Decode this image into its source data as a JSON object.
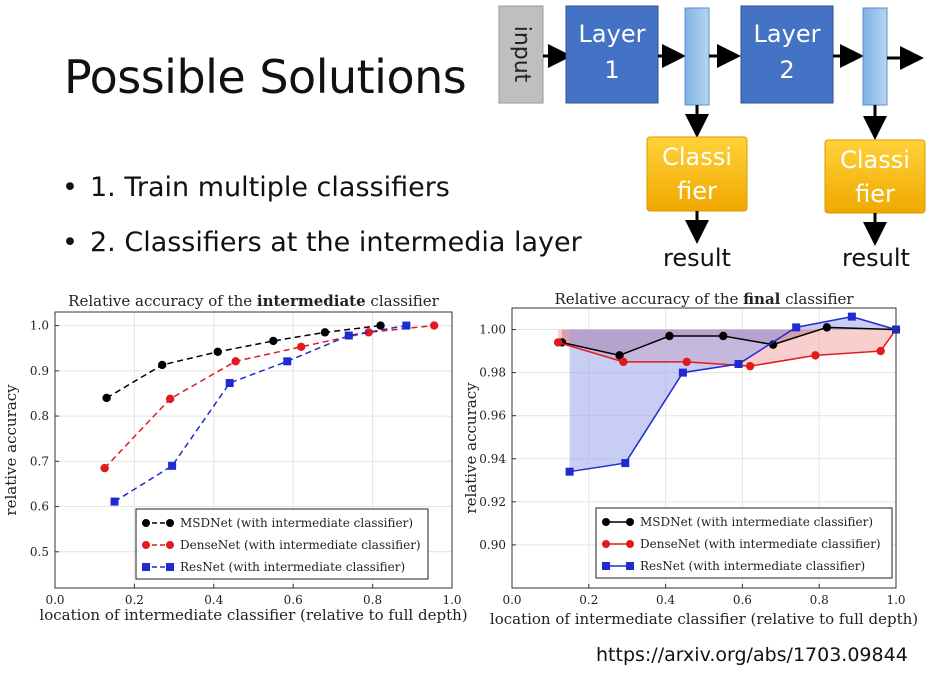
{
  "slide": {
    "title": "Possible Solutions",
    "bullets": [
      "1. Train multiple classifiers",
      "2. Classifiers at the intermedia layer"
    ],
    "source_url": "https://arxiv.org/abs/1703.09844"
  },
  "diagram": {
    "input_label": "input",
    "layer1_line1": "Layer",
    "layer1_line2": "1",
    "layer2_line1": "Layer",
    "layer2_line2": "2",
    "classifier_line1": "Classi",
    "classifier_line2": "fier",
    "result_label": "result",
    "colors": {
      "layer": "#4472c4",
      "classifier": "#f5b800",
      "input": "#bfbfbf",
      "feature": "#9dc3e6"
    }
  },
  "chart_data": [
    {
      "type": "line",
      "title": "Relative accuracy of the intermediate classifier",
      "title_prefix": "Relative accuracy of the ",
      "title_bold": "intermediate",
      "title_suffix": " classifier",
      "xlabel": "location of intermediate classifier (relative to full depth)",
      "ylabel": "relative accuracy",
      "xlim": [
        0.0,
        1.0
      ],
      "ylim": [
        0.42,
        1.03
      ],
      "xticks": [
        0.0,
        0.2,
        0.4,
        0.6,
        0.8,
        1.0
      ],
      "xtick_labels": [
        "0.0",
        "0.2",
        "0.4",
        "0.6",
        "0.8",
        "1.0"
      ],
      "yticks": [
        0.5,
        0.6,
        0.7,
        0.8,
        0.9,
        1.0
      ],
      "ytick_labels": [
        "0.5",
        "0.6",
        "0.7",
        "0.8",
        "0.9",
        "1.0"
      ],
      "grid": true,
      "legend": "bottom-right",
      "series": [
        {
          "name": "MSDNet (with intermediate classifier)",
          "color": "#000000",
          "marker": "circle",
          "x": [
            0.13,
            0.27,
            0.41,
            0.55,
            0.68,
            0.82
          ],
          "y": [
            0.84,
            0.913,
            0.942,
            0.966,
            0.985,
            1.0
          ]
        },
        {
          "name": "DenseNet (with intermediate classifier)",
          "color": "#e31a1c",
          "marker": "circle",
          "x": [
            0.125,
            0.29,
            0.455,
            0.62,
            0.79,
            0.955
          ],
          "y": [
            0.685,
            0.838,
            0.921,
            0.953,
            0.985,
            1.0
          ]
        },
        {
          "name": "ResNet (with intermediate classifier)",
          "color": "#1f2bd0",
          "marker": "square",
          "x": [
            0.15,
            0.295,
            0.44,
            0.585,
            0.74,
            0.885
          ],
          "y": [
            0.611,
            0.69,
            0.873,
            0.921,
            0.978,
            1.0
          ]
        }
      ]
    },
    {
      "type": "line",
      "title": "Relative accuracy of the final classifier",
      "title_prefix": "Relative accuracy of the ",
      "title_bold": "final",
      "title_suffix": " classifier",
      "xlabel": "location of intermediate classifier (relative to full depth)",
      "ylabel": "relative accuracy",
      "xlim": [
        0.0,
        1.0
      ],
      "ylim": [
        0.88,
        1.01
      ],
      "xticks": [
        0.0,
        0.2,
        0.4,
        0.6,
        0.8,
        1.0
      ],
      "xtick_labels": [
        "0.0",
        "0.2",
        "0.4",
        "0.6",
        "0.8",
        "1.0"
      ],
      "yticks": [
        0.9,
        0.92,
        0.94,
        0.96,
        0.98,
        1.0
      ],
      "ytick_labels": [
        "0.90",
        "0.92",
        "0.94",
        "0.96",
        "0.98",
        "1.00"
      ],
      "grid": true,
      "legend": "bottom-right",
      "baseline": 1.0,
      "series": [
        {
          "name": "MSDNet (with intermediate classifier)",
          "color": "#000000",
          "fill": "#7a4a6e",
          "marker": "circle",
          "x": [
            0.13,
            0.28,
            0.41,
            0.55,
            0.68,
            0.82,
            1.0
          ],
          "y": [
            0.994,
            0.988,
            0.997,
            0.997,
            0.993,
            1.001,
            1.0
          ]
        },
        {
          "name": "DenseNet (with intermediate classifier)",
          "color": "#e31a1c",
          "fill": "#f4a6a6",
          "marker": "circle",
          "x": [
            0.12,
            0.29,
            0.455,
            0.62,
            0.79,
            0.96,
            1.0
          ],
          "y": [
            0.994,
            0.985,
            0.985,
            0.983,
            0.988,
            0.99,
            1.0
          ]
        },
        {
          "name": "ResNet (with intermediate classifier)",
          "color": "#1f2bd0",
          "fill": "#9aa6ea",
          "marker": "square",
          "x": [
            0.15,
            0.295,
            0.445,
            0.59,
            0.74,
            0.885,
            1.0
          ],
          "y": [
            0.934,
            0.938,
            0.98,
            0.984,
            1.001,
            1.006,
            1.0
          ]
        }
      ]
    }
  ]
}
